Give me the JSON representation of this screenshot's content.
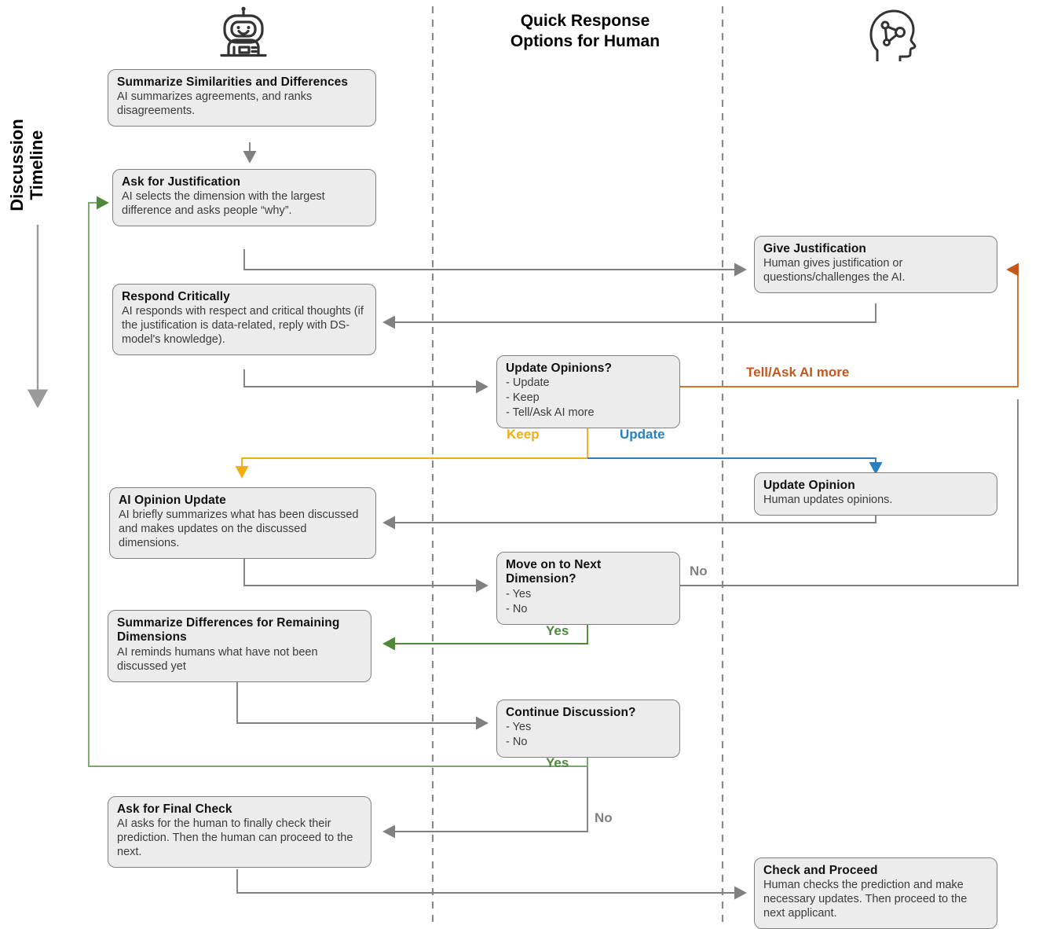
{
  "header": {
    "title_line1": "Quick Response",
    "title_line2": "Options for Human",
    "ai_icon": "robot-icon",
    "human_icon": "head-network-icon"
  },
  "timeline": {
    "label_line1": "Discussion",
    "label_line2": "Timeline",
    "arrow_icon": "down-arrow-icon"
  },
  "colors": {
    "node_fill": "#ececec",
    "node_stroke": "#808080",
    "connector_gray": "#808080",
    "keep_yellow": "#f5ad17",
    "update_blue": "#2a7fc0",
    "tell_orange": "#c6571a",
    "yes_green": "#4e8a3a",
    "lane_dash": "#8a8a8a",
    "text_dark": "#111111",
    "text_body": "#3b3b3b"
  },
  "lanes": {
    "ai_lane": "ai-agent-lane",
    "options_lane": "quick-response-options-lane",
    "human_lane": "human-lane"
  },
  "ai_nodes": [
    {
      "id": "summarize-similarities-and-differences",
      "title": "Summarize Similarities and Differences",
      "desc": "AI summarizes agreements, and ranks disagreements."
    },
    {
      "id": "ask-for-justification",
      "title": "Ask for Justification",
      "desc": "AI selects the dimension with the largest difference and asks people “why”."
    },
    {
      "id": "respond-critically",
      "title": "Respond Critically",
      "desc": "AI responds with respect and critical thoughts (if the justification is data-related, reply with DS-model's knowledge)."
    },
    {
      "id": "ai-opinion-update",
      "title": "AI Opinion Update",
      "desc": "AI briefly summarizes what has been discussed and makes updates on the discussed dimensions."
    },
    {
      "id": "summarize-differences-for-remaining-dimensions",
      "title": "Summarize Differences for Remaining Dimensions",
      "desc": "AI reminds humans what have not been discussed yet"
    },
    {
      "id": "ask-for-final-check",
      "title": "Ask for Final Check",
      "desc": "AI asks for the human to finally check their prediction. Then the human can proceed to the next."
    }
  ],
  "option_nodes": [
    {
      "id": "update-opinions-question",
      "title": "Update Opinions?",
      "options": [
        "- Update",
        "- Keep",
        "- Tell/Ask AI more"
      ]
    },
    {
      "id": "move-on-to-next-dimension-question",
      "title": "Move on to Next Dimension?",
      "options": [
        "- Yes",
        "- No"
      ]
    },
    {
      "id": "continue-discussion-question",
      "title": "Continue Discussion?",
      "options": [
        "- Yes",
        "- No"
      ]
    }
  ],
  "human_nodes": [
    {
      "id": "give-justification",
      "title": "Give Justification",
      "desc": "Human gives justification or questions/challenges the AI."
    },
    {
      "id": "update-opinion",
      "title": "Update Opinion",
      "desc": "Human updates opinions."
    },
    {
      "id": "check-and-proceed",
      "title": "Check and Proceed",
      "desc": "Human checks the prediction and make necessary updates. Then proceed to the next applicant."
    }
  ],
  "edge_labels": {
    "tell_ask_ai_more": "Tell/Ask AI more",
    "keep": "Keep",
    "update": "Update",
    "no_move_on": "No",
    "yes_move_on": "Yes",
    "yes_continue": "Yes",
    "no_continue": "No"
  }
}
